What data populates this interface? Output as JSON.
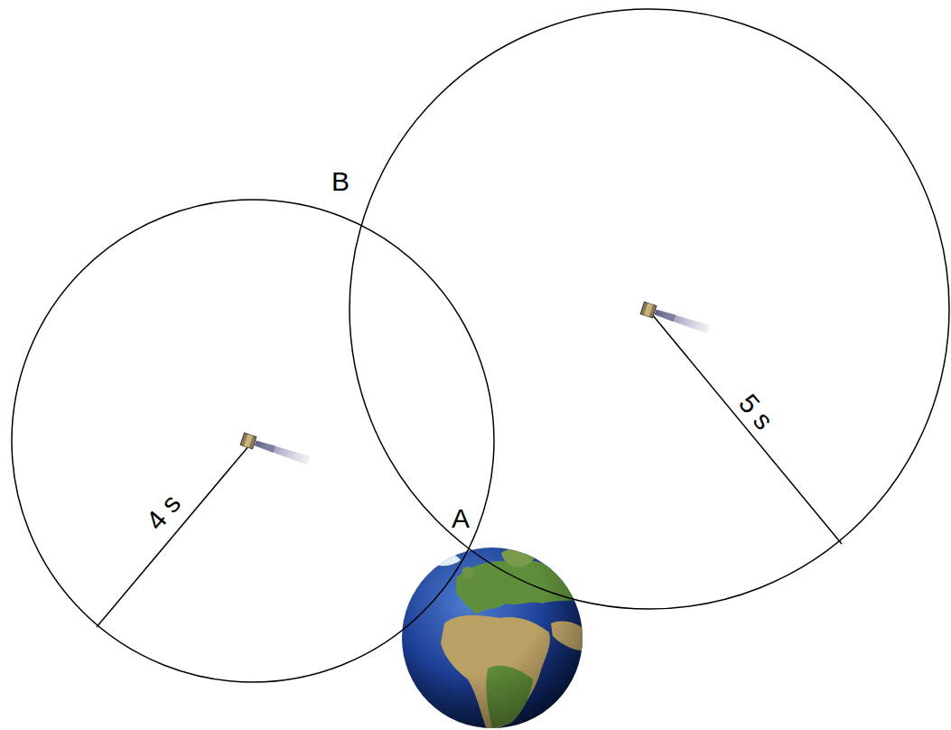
{
  "diagram": {
    "labels": [
      "B",
      "A",
      "4 s",
      "5 s"
    ]
  }
}
